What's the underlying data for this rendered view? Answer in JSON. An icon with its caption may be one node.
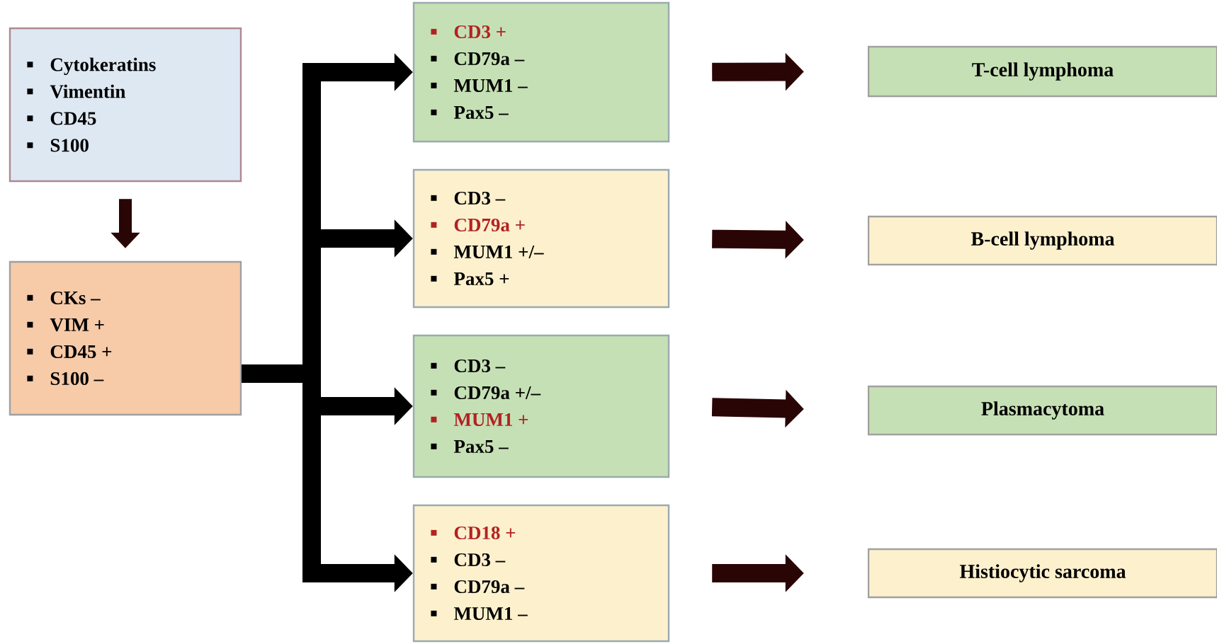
{
  "diagram": {
    "nodes": [
      {
        "text": [
          "Cytokeratins",
          "Vimentin",
          "CD45",
          "S100"
        ]
      },
      {
        "text": [
          "CKs –",
          "VIM +",
          "CD45 +",
          "S100 –"
        ]
      },
      {
        "text": [
          "CD3 +",
          "CD79a –",
          "MUM1 –",
          "Pax5 –"
        ]
      },
      {
        "text": [
          "CD3 –",
          "CD79a +",
          "MUM1 +/–",
          "Pax5 +"
        ]
      },
      {
        "text": [
          "CD3 –",
          "CD79a +/–",
          "MUM1 +",
          "Pax5 –"
        ]
      },
      {
        "text": [
          "CD18 +",
          "CD3 –",
          "CD79a –",
          "MUM1 –"
        ]
      },
      {
        "text": [
          "T-cell lymphoma"
        ]
      },
      {
        "text": [
          "B-cell lymphoma"
        ]
      },
      {
        "text": [
          "Plasmacytoma"
        ]
      },
      {
        "text": [
          "Histiocytic sarcoma"
        ]
      }
    ],
    "edges": [
      {
        "from": 0,
        "to": 1,
        "arrow": "to"
      },
      {
        "from": 1,
        "to": 2,
        "arrow": "to",
        "color": "#000000"
      },
      {
        "from": 1,
        "to": 3,
        "arrow": "to",
        "color": "#000000"
      },
      {
        "from": 1,
        "to": 4,
        "arrow": "to",
        "color": "#000000"
      },
      {
        "from": 1,
        "to": 5,
        "arrow": "to",
        "color": "#000000"
      },
      {
        "from": 2,
        "to": 6,
        "arrow": "to"
      },
      {
        "from": 3,
        "to": 7,
        "arrow": "to"
      },
      {
        "from": 4,
        "to": 8,
        "arrow": "to"
      },
      {
        "from": 5,
        "to": 9,
        "arrow": "to"
      }
    ]
  }
}
